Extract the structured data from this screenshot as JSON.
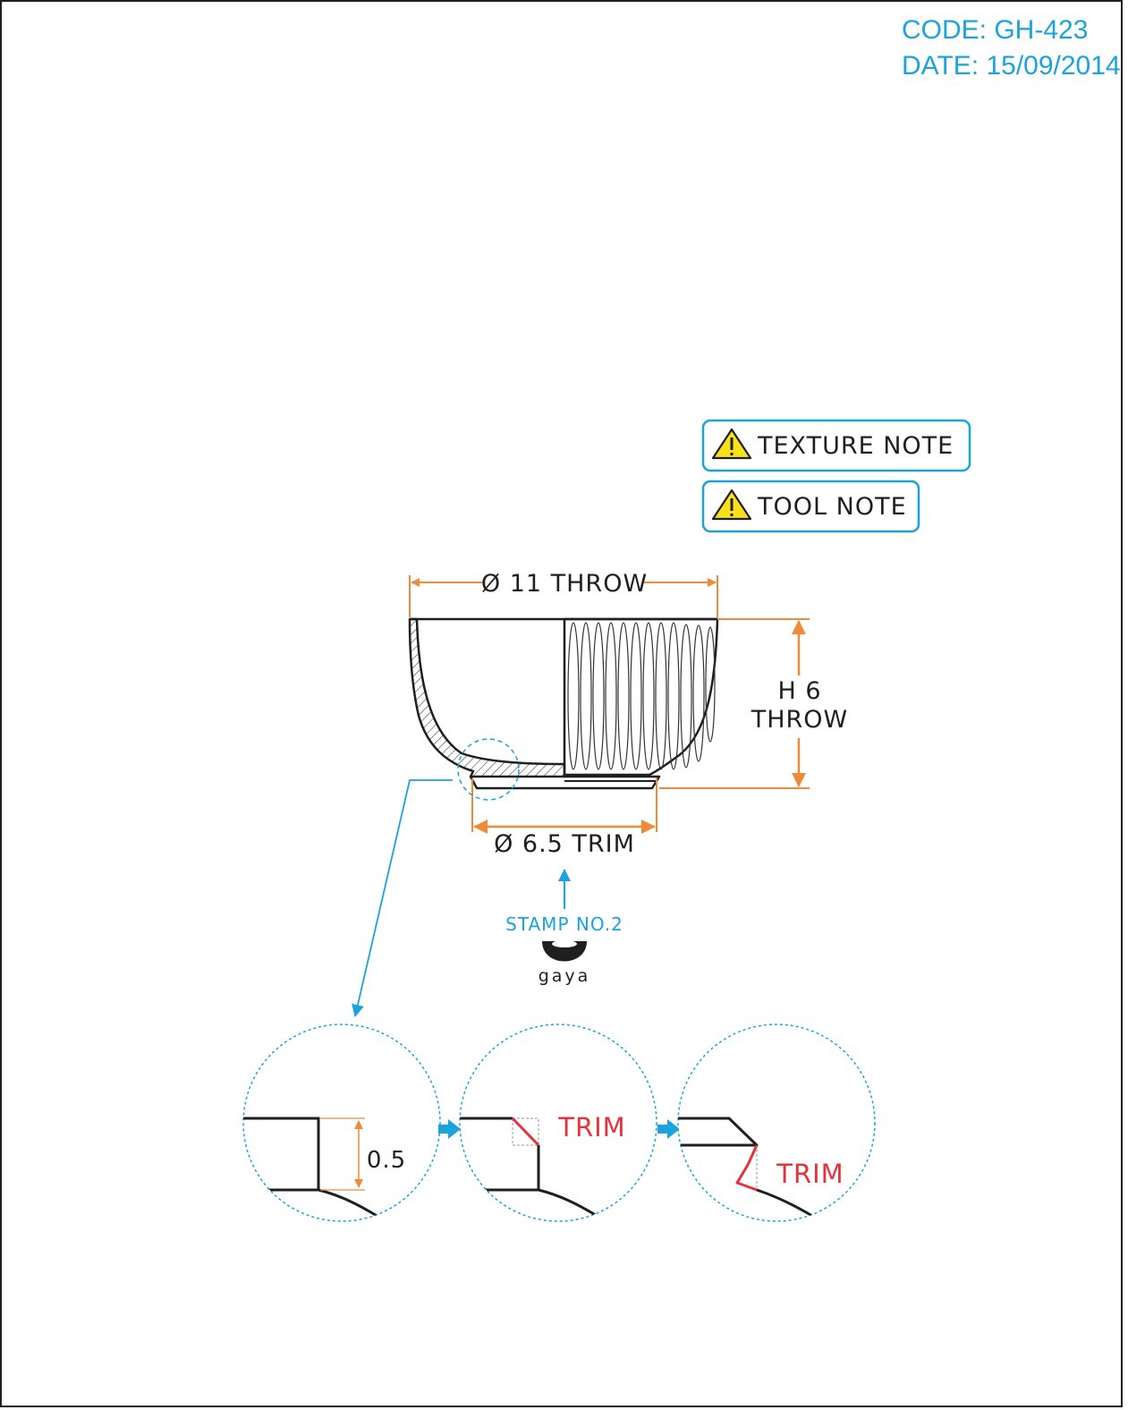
{
  "header": {
    "code": "CODE: GH-423",
    "date": "DATE: 15/09/2014"
  },
  "notes": {
    "texture": "TEXTURE NOTE",
    "tool": "TOOL NOTE"
  },
  "dimensions": {
    "diameter_throw": "Ø 11 THROW",
    "height_line1": "H 6",
    "height_line2": "THROW",
    "diameter_trim": "Ø 6.5 TRIM"
  },
  "stamp": {
    "label": "STAMP NO.2",
    "brand": "gaya"
  },
  "details": {
    "step1_dim": "0.5",
    "step2_label": "TRIM",
    "step3_label": "TRIM"
  },
  "colors": {
    "accent_blue": "#1aa3dc",
    "dimension_orange": "#ef8a3a",
    "trim_red": "#e5323b",
    "warning_yellow": "#f7e11b",
    "line_dark": "#1f1f1f"
  }
}
